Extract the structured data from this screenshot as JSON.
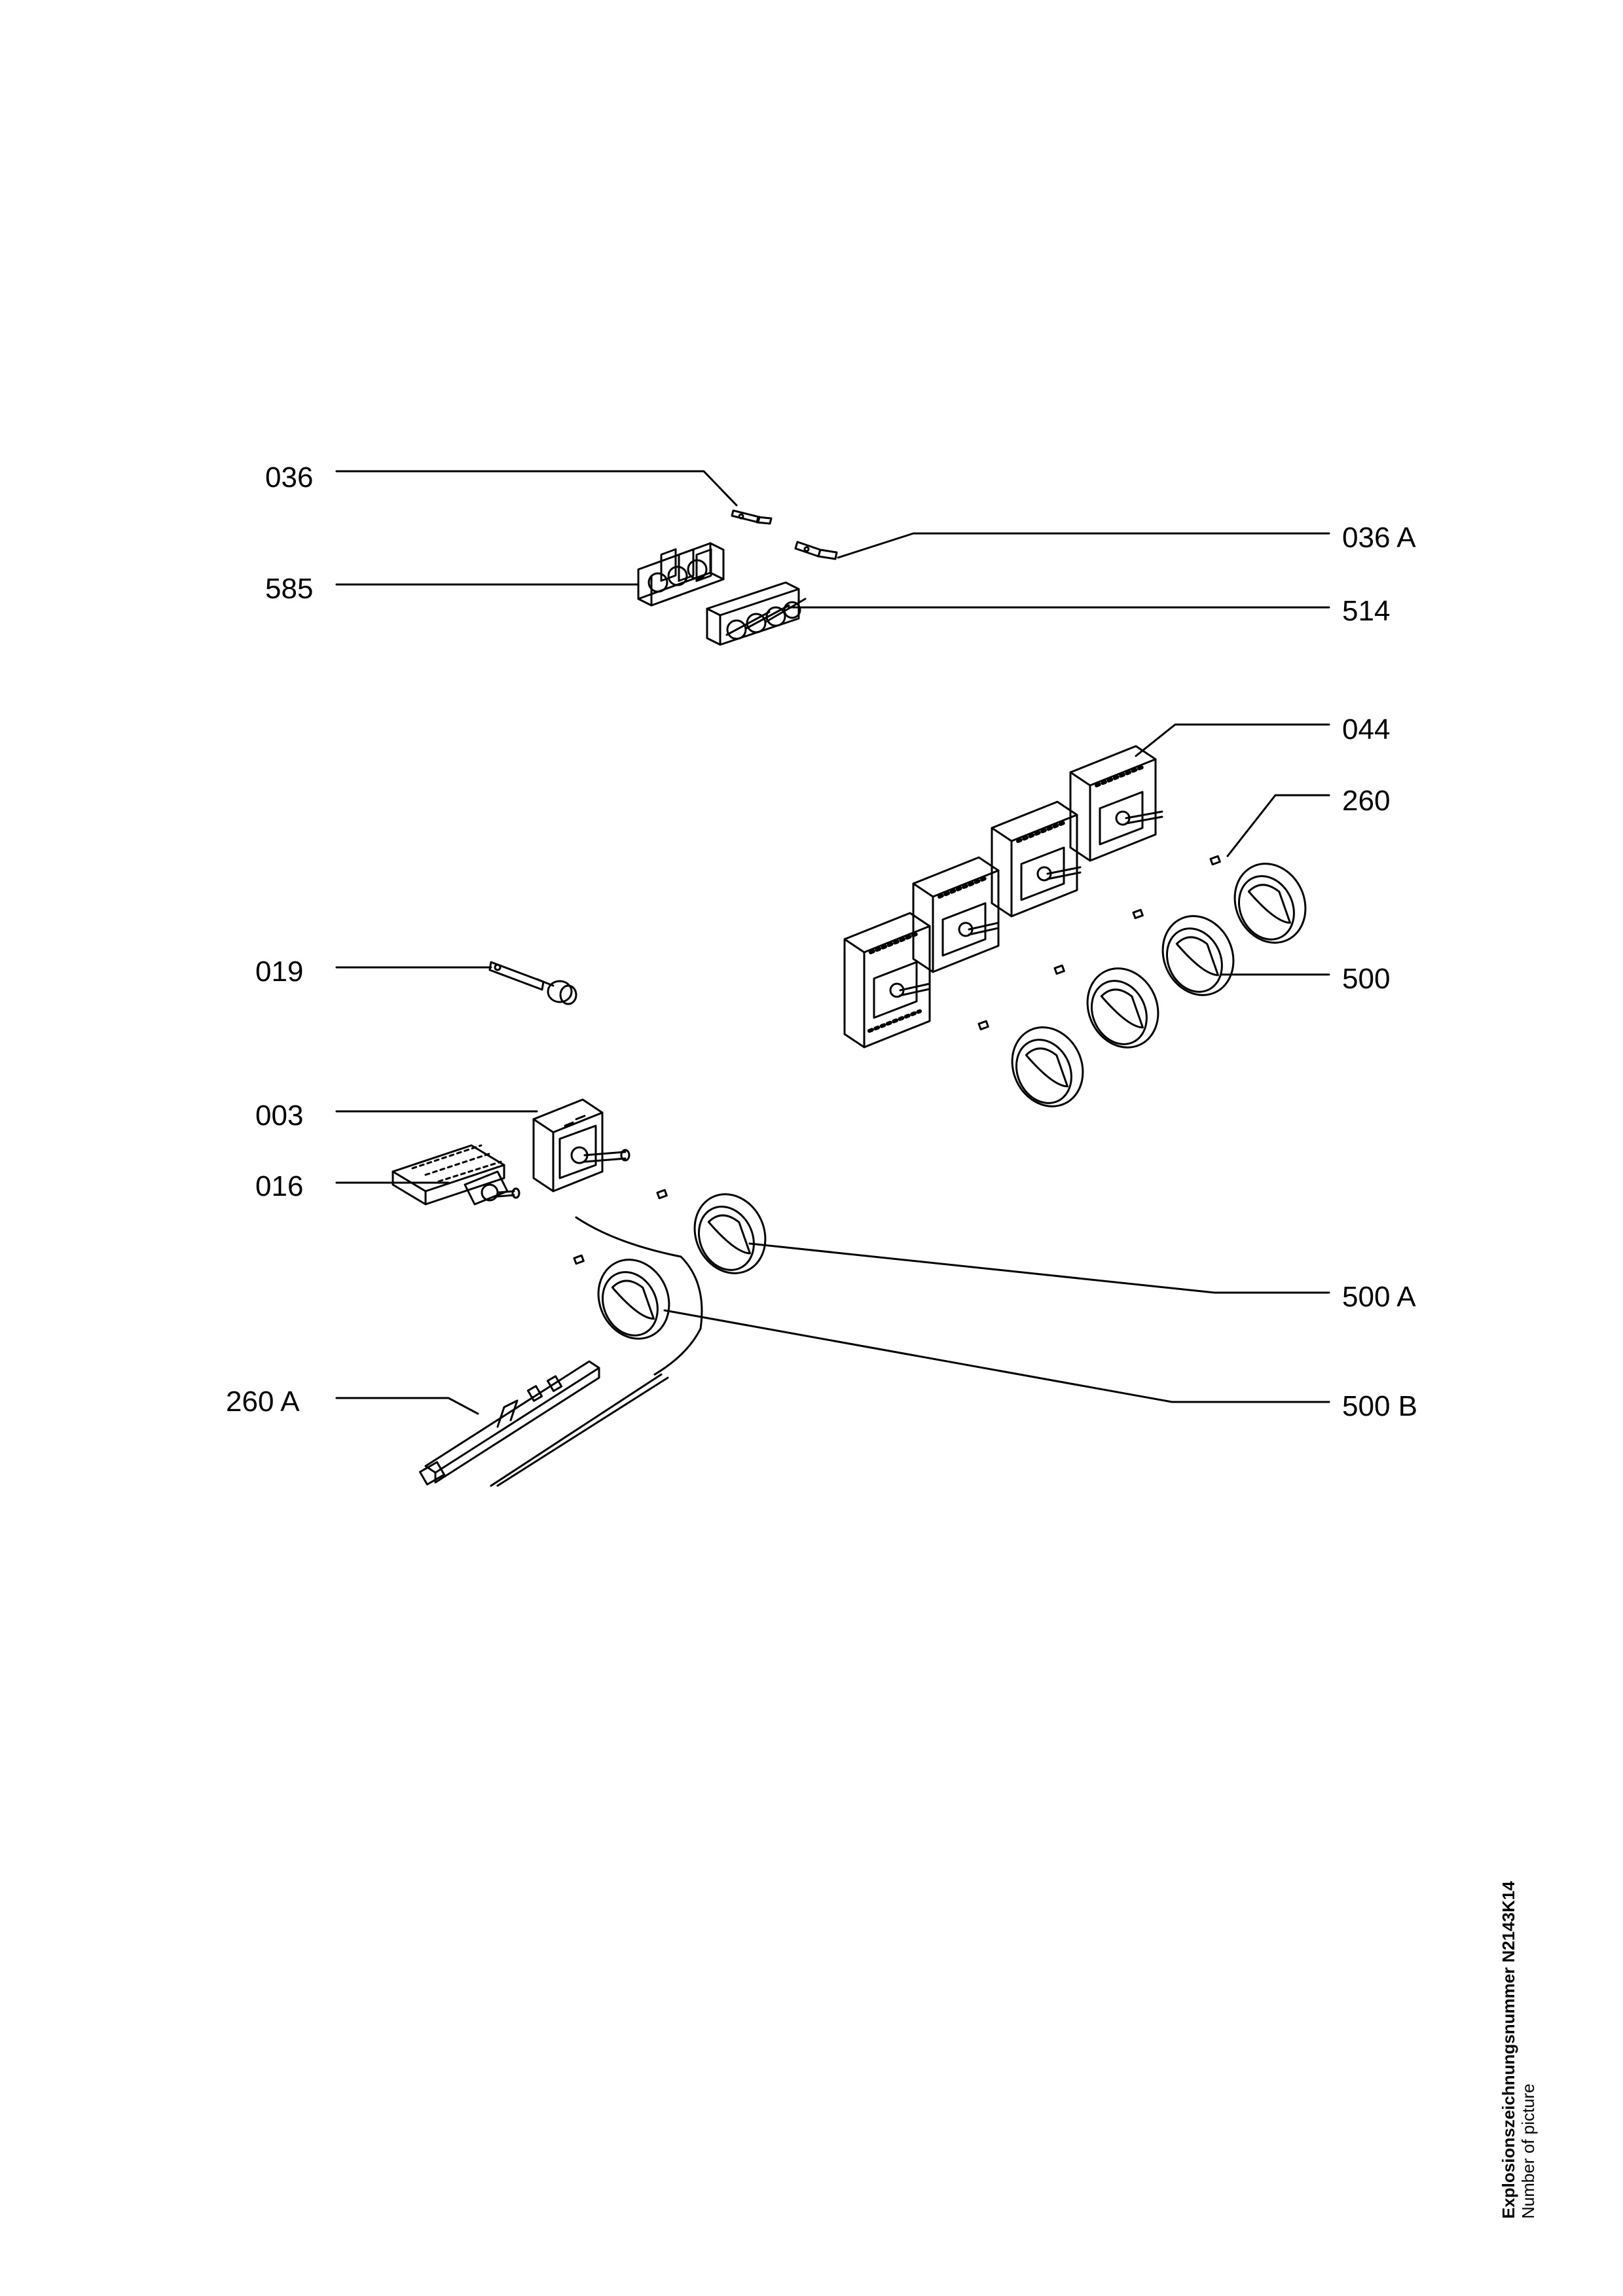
{
  "labels": {
    "l036": "036",
    "l036a": "036 A",
    "l585": "585",
    "l514": "514",
    "l044": "044",
    "l260": "260",
    "l019": "019",
    "l500": "500",
    "l003": "003",
    "l016": "016",
    "l500a": "500 A",
    "l260a": "260 A",
    "l500b": "500 B"
  },
  "footer": {
    "title": "Explosionszeichnungsnummer N2143K14",
    "subtitle": "Number of picture"
  }
}
